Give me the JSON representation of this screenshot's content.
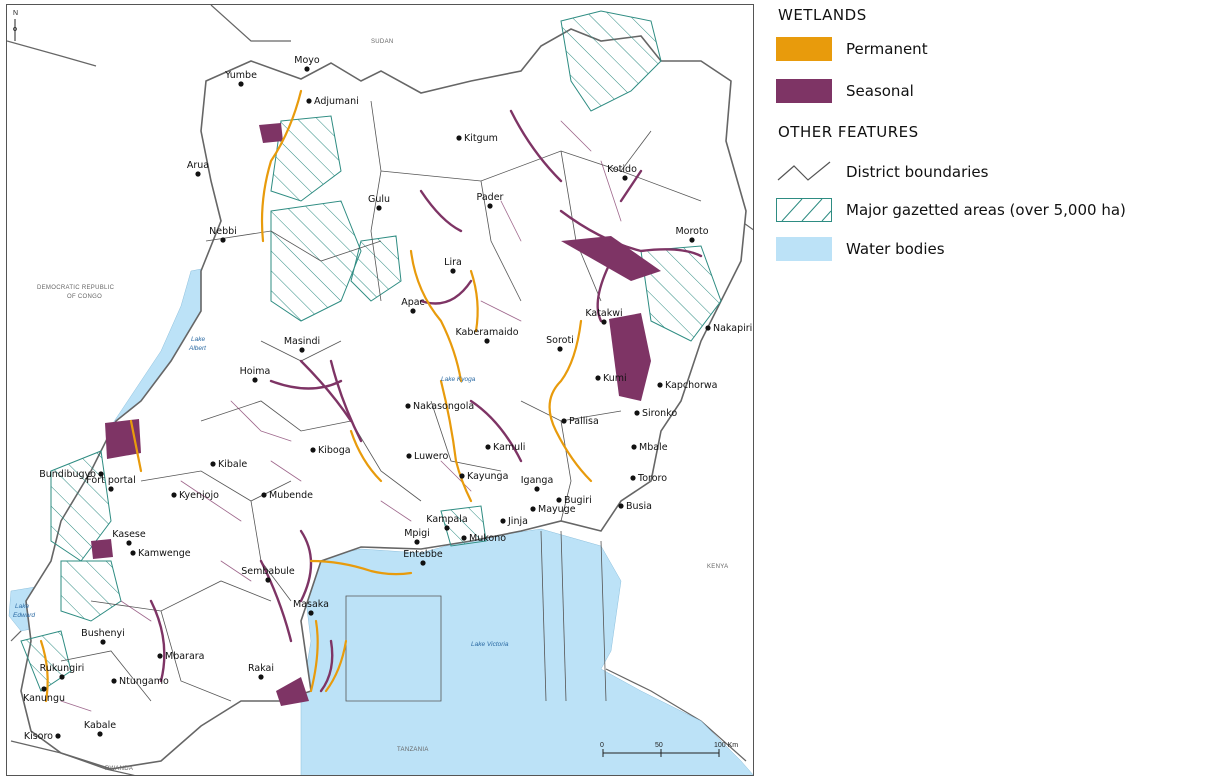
{
  "legend": {
    "wetlands_heading": "WETLANDS",
    "permanent_label": "Permanent",
    "seasonal_label": "Seasonal",
    "other_heading": "OTHER FEATURES",
    "district_label": "District boundaries",
    "gazetted_label": "Major gazetted areas (over 5,000 ha)",
    "water_label": "Water bodies",
    "colors": {
      "permanent": "#E89B0C",
      "seasonal": "#7E3465",
      "water": "#BCE2F7",
      "gazetted": "#2E8C82",
      "boundary": "#555555"
    }
  },
  "map": {
    "north_arrow": "N",
    "countries": {
      "sudan": "SUDAN",
      "drc_line1": "DEMOCRATIC REPUBLIC",
      "drc_line2": "OF CONGO",
      "kenya": "KENYA",
      "tanzania": "TANZANIA",
      "rwanda": "RWANDA"
    },
    "lakes": {
      "albert_line1": "Lake",
      "albert_line2": "Albert",
      "edward_line1": "Lake",
      "edward_line2": "Edward",
      "kyoga": "Lake Kyoga",
      "victoria": "Lake Victoria"
    },
    "towns": [
      "Moyo",
      "Yumbe",
      "Adjumani",
      "Kitgum",
      "Arua",
      "Kotido",
      "Gulu",
      "Pader",
      "Nebbi",
      "Moroto",
      "Lira",
      "Apac",
      "Katakwi",
      "Nakapiripirit",
      "Kaberamaido",
      "Masindi",
      "Soroti",
      "Hoima",
      "Kumi",
      "Kapchorwa",
      "Nakasongola",
      "Sironko",
      "Pallisa",
      "Mbale",
      "Kamuli",
      "Kiboga",
      "Luwero",
      "Kayunga",
      "Tororo",
      "Bundibugyo",
      "Kibale",
      "Iganga",
      "Fort portal",
      "Kyenjojo",
      "Mubende",
      "Bugiri",
      "Busia",
      "Mayuge",
      "Jinja",
      "Kampala",
      "Mukono",
      "Mpigi",
      "Kasese",
      "Kamwenge",
      "Entebbe",
      "Sembabule",
      "Masaka",
      "Bushenyi",
      "Mbarara",
      "Rakai",
      "Rukungiri",
      "Ntungamo",
      "Kanungu",
      "Kisoro",
      "Kabale"
    ],
    "scale": {
      "zero": "0",
      "mid": "50",
      "max": "100 Km"
    }
  }
}
